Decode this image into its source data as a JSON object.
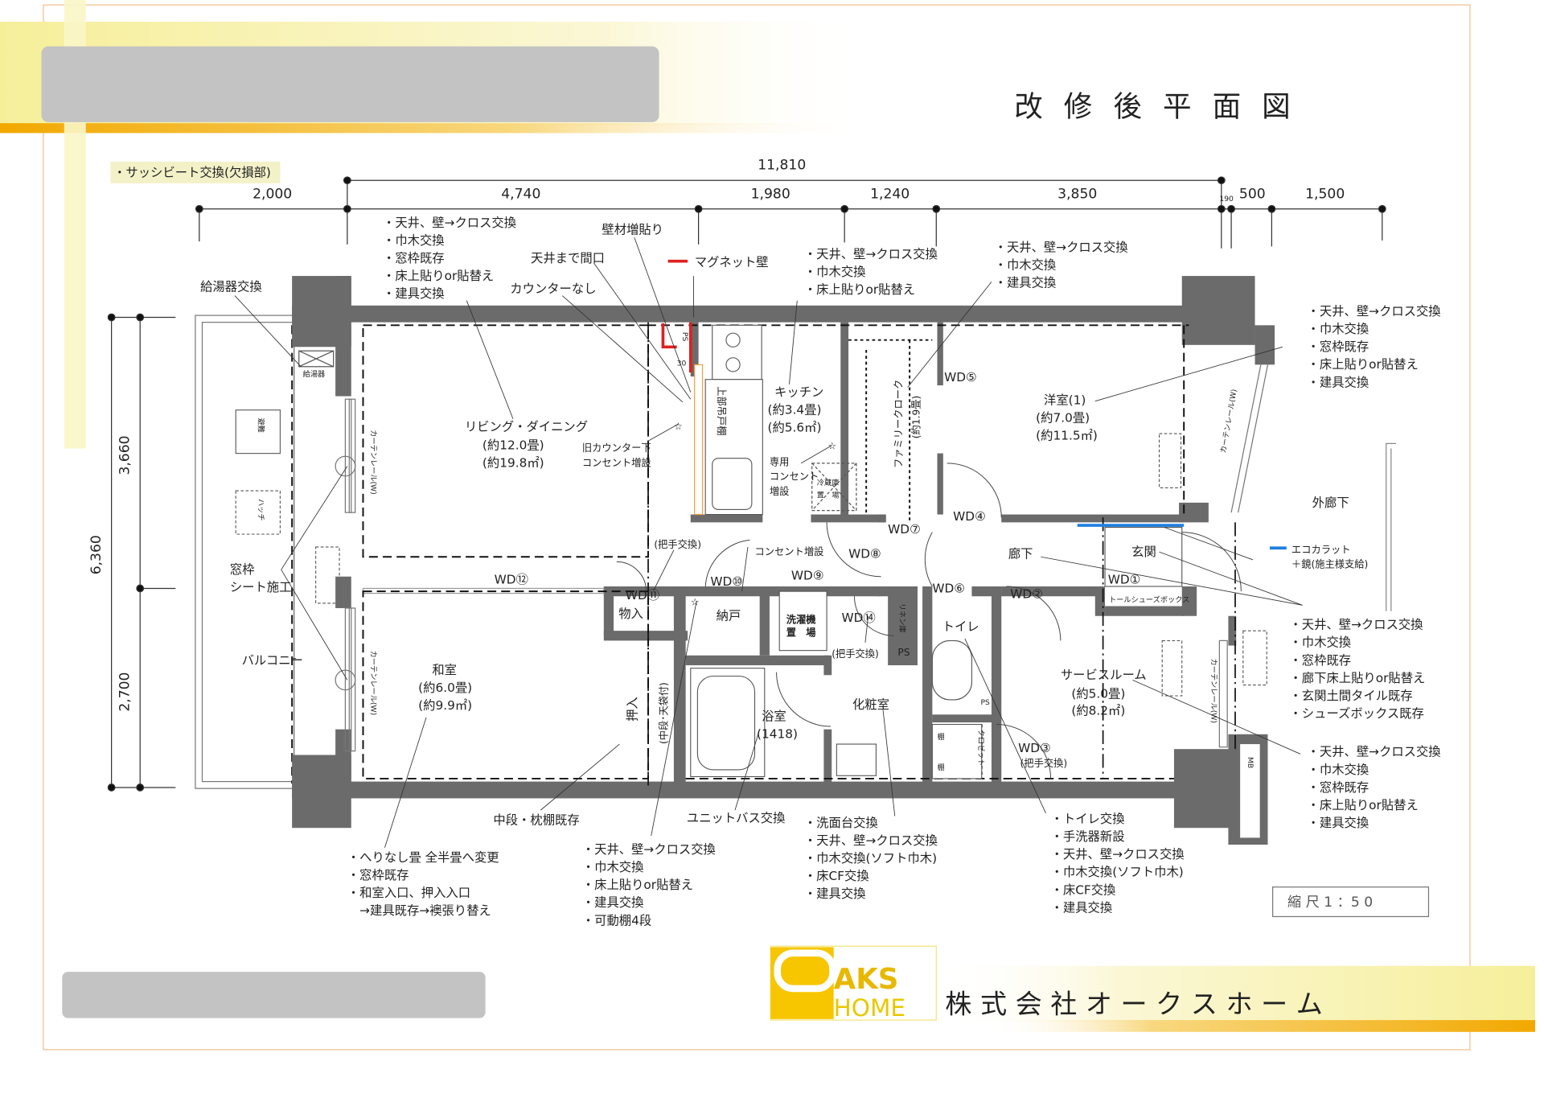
{
  "header": {
    "title": "改 修 後 平 面 図",
    "sash_note": "・サッシビート交換(欠損部)"
  },
  "dimensions": {
    "top_total": "11,810",
    "top": [
      "2,000",
      "4,740",
      "1,980",
      "1,240",
      "3,850",
      "190",
      "500",
      "1,500"
    ],
    "left_total": "6,360",
    "left": [
      "3,660",
      "2,700"
    ]
  },
  "rooms": {
    "living": [
      "リビング・ダイニング",
      "(約12.0畳)",
      "(約19.8㎡)"
    ],
    "kitchen": [
      "キッチン",
      "(約3.4畳)",
      "(約5.6㎡)"
    ],
    "family_closet": [
      "ファミリークローク",
      "(約1.9畳)"
    ],
    "western1": [
      "洋室(1)",
      "(約7.0畳)",
      "(約11.5㎡)"
    ],
    "washitsu": [
      "和室",
      "(約6.0畳)",
      "(約9.9㎡)"
    ],
    "service_room": [
      "サービスルーム",
      "(約5.0畳)",
      "(約8.2㎡)"
    ],
    "entrance": "玄関",
    "hallway": "廊下",
    "storage": "納戸",
    "closet_small": "物入",
    "oshiire": "押入",
    "oshiire_note": "(中段･天袋付)",
    "bath": [
      "浴室",
      "(1418)"
    ],
    "vanity": "化粧室",
    "toilet": "トイレ",
    "laundry": [
      "洗濯機",
      "置　場"
    ],
    "linen": "リネン庫",
    "ps": "PS",
    "shelf": "棚",
    "closet": "クロゼット",
    "wall_cabinet": "上部吊戸棚",
    "fridge": [
      "冷蔵庫",
      "置　場"
    ],
    "tall_shoebox": "トールシューズボックス",
    "curtain_rail": "カーテンレール(W)",
    "balcony": "バルコニー",
    "outer_corridor": "外廊下",
    "water_heater": "給湯器",
    "mb": "MB",
    "hatch": [
      "避難",
      "ハッチ"
    ],
    "gap_30": "30"
  },
  "doors": {
    "wd1": "WD①",
    "wd2": "WD②",
    "wd3": "WD③",
    "wd4": "WD④",
    "wd5": "WD⑤",
    "wd6": "WD⑥",
    "wd7": "WD⑦",
    "wd8": "WD⑧",
    "wd9": "WD⑨",
    "wd10": "WD⑩",
    "wd11": "WD⑪",
    "wd12": "WD⑫",
    "wd14": "WD⑭",
    "handle_change": "(把手交換)"
  },
  "callouts": {
    "water_heater_change": "給湯器交換",
    "wall_overlay": "壁材増貼り",
    "opening_to_ceiling": "天井まで間口",
    "no_counter": "カウンターなし",
    "old_counter": [
      "旧カウンター下",
      "コンセント増設"
    ],
    "dedicated_outlet": [
      "専用",
      "コンセント",
      "増設"
    ],
    "outlet_add": "コンセント増設",
    "window_sheet": [
      "窓枠",
      "シート施工"
    ],
    "shelf_existing": "中段・枕棚既存",
    "unit_bath": "ユニットバス交換"
  },
  "legend": {
    "magnet": {
      "label": "マグネット壁",
      "color": "#e02020"
    },
    "ecocarat": {
      "label": "エコカラット",
      "sub": "＋鏡(施主様支給)",
      "color": "#1e7fe0"
    }
  },
  "notes": {
    "living": [
      "・天井、壁→クロス交換",
      "・巾木交換",
      "・窓枠既存",
      "・床上貼りor貼替え",
      "・建具交換"
    ],
    "kitchen": [
      "・天井、壁→クロス交換",
      "・巾木交換",
      "・床上貼りor貼替え"
    ],
    "closet": [
      "・天井、壁→クロス交換",
      "・巾木交換",
      "・建具交換"
    ],
    "western": [
      "・天井、壁→クロス交換",
      "・巾木交換",
      "・窓枠既存",
      "・床上貼りor貼替え",
      "・建具交換"
    ],
    "entrance": [
      "・天井、壁→クロス交換",
      "・巾木交換",
      "・窓枠既存",
      "・廊下床上貼りor貼替え",
      "・玄関土間タイル既存",
      "・シューズボックス既存"
    ],
    "service": [
      "・天井、壁→クロス交換",
      "・巾木交換",
      "・窓枠既存",
      "・床上貼りor貼替え",
      "・建具交換"
    ],
    "washitsu": [
      "・へりなし畳 全半畳へ変更",
      "・窓枠既存",
      "・和室入口、押入入口",
      "　→建具既存→襖張り替え"
    ],
    "storage": [
      "・天井、壁→クロス交換",
      "・巾木交換",
      "・床上貼りor貼替え",
      "・建具交換",
      "・可動棚4段"
    ],
    "vanity": [
      "・洗面台交換",
      "・天井、壁→クロス交換",
      "・巾木交換(ソフト巾木)",
      "・床CF交換",
      "・建具交換"
    ],
    "toilet": [
      "・トイレ交換",
      "・手洗器新設",
      "・天井、壁→クロス交換",
      "・巾木交換(ソフト巾木)",
      "・床CF交換",
      "・建具交換"
    ]
  },
  "scale": "縮 尺 1 ：5 0",
  "company": {
    "name": "株 式 会 社 オ ー ク ス ホ ー ム",
    "logo_top": "AKS",
    "logo_bottom": "HOME"
  },
  "colors": {
    "wall": "#6b6b6b",
    "accent_yellow": "#f7e97a",
    "accent_orange": "#f2a800",
    "frame": "#f3c9a0",
    "placeholder_gray": "#c3c3c3"
  }
}
